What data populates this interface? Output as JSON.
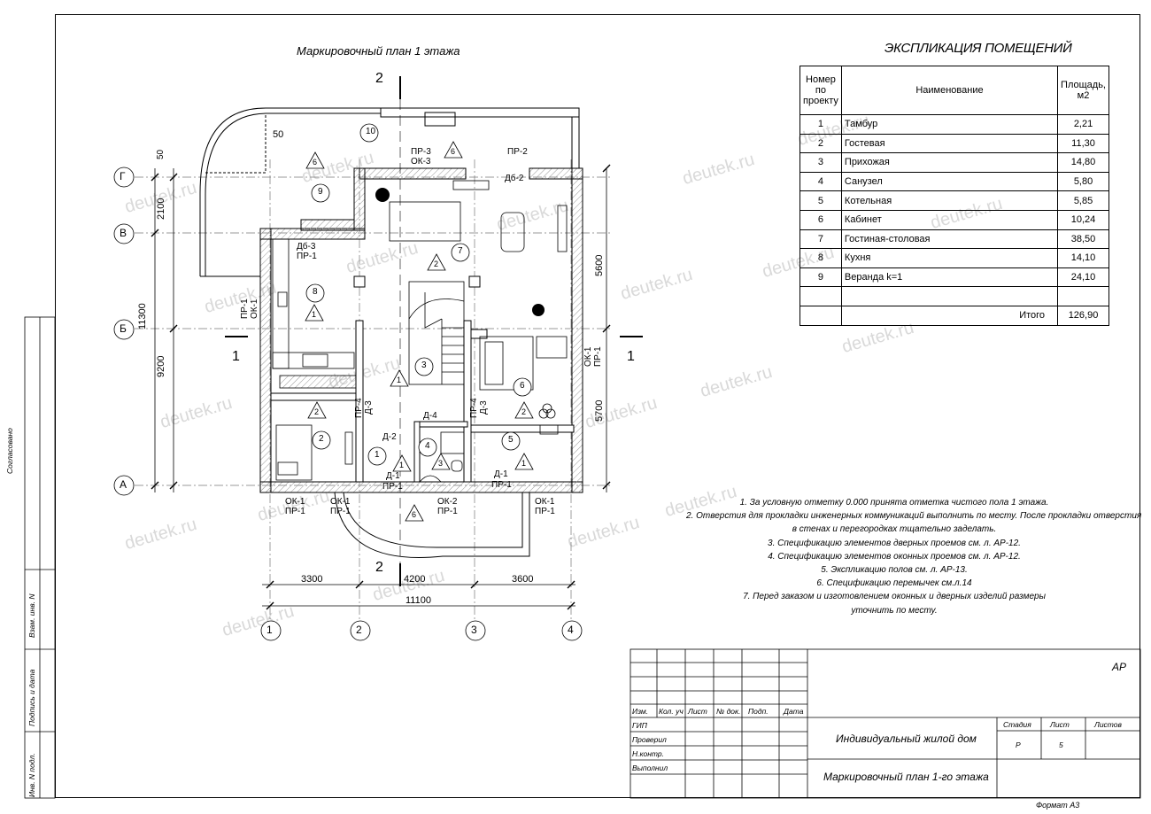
{
  "plan_title": "Маркировочный план 1 этажа",
  "explication": {
    "title": "ЭКСПЛИКАЦИЯ ПОМЕЩЕНИЙ",
    "headers": {
      "num": "Номер по проекту",
      "name": "Наименование",
      "area": "Площадь, м2"
    },
    "rows": [
      {
        "num": "1",
        "name": "Тамбур",
        "area": "2,21"
      },
      {
        "num": "2",
        "name": "Гостевая",
        "area": "11,30"
      },
      {
        "num": "3",
        "name": "Прихожая",
        "area": "14,80"
      },
      {
        "num": "4",
        "name": "Санузел",
        "area": "5,80"
      },
      {
        "num": "5",
        "name": "Котельная",
        "area": "5,85"
      },
      {
        "num": "6",
        "name": "Кабинет",
        "area": "10,24"
      },
      {
        "num": "7",
        "name": "Гостиная-столовая",
        "area": "38,50"
      },
      {
        "num": "8",
        "name": "Кухня",
        "area": "14,10"
      },
      {
        "num": "9",
        "name": "Веранда  k=1",
        "area": "24,10"
      }
    ],
    "total_label": "Итого",
    "total_value": "126,90"
  },
  "notes": [
    "1. За условную отметку 0.000 принята отметка чистого пола 1 этажа.",
    "2. Отверстия для прокладки инженерных коммуникаций выполнить по месту. После прокладки  отверстия",
    "в стенах и перегородках тщательно заделать.",
    "3. Спецификацию элементов дверных проемов см. л. АР-12.",
    "4. Спецификацию элементов оконных проемов см. л. АР-12.",
    "5. Экспликацию полов см. л. АР-13.",
    "6. Спецификацию перемычек см.л.14",
    "7. Перед заказом и изготовлением оконных и дверных изделий размеры",
    "уточнить по месту."
  ],
  "axes": {
    "vertical": [
      "1",
      "2",
      "3",
      "4"
    ],
    "horizontal": [
      "Г",
      "В",
      "Б",
      "А"
    ]
  },
  "dimensions": {
    "bottom_segments": [
      "3300",
      "4200",
      "3600"
    ],
    "bottom_total": "11100",
    "left_segments": [
      "50",
      "2100",
      "9200"
    ],
    "left_total": "11300",
    "right_segments": [
      "5600",
      "5700"
    ],
    "stair_step": "50"
  },
  "section_marks": {
    "vertical": "2",
    "horizontal": "1"
  },
  "plan_labels": {
    "rooms": [
      "1",
      "2",
      "3",
      "4",
      "5",
      "6",
      "7",
      "8",
      "9",
      "10"
    ],
    "openings": [
      "ПР-3",
      "ОК-3",
      "ПР-2",
      "Дб-2",
      "Дб-3",
      "ПР-1",
      "ОК-1",
      "ПР-4",
      "Д-3",
      "Д-4",
      "Д-2",
      "Д-1",
      "ОК-2"
    ],
    "floor_types": [
      "1",
      "2",
      "3",
      "6"
    ]
  },
  "title_block": {
    "code": "АР",
    "columns": [
      "Изм.",
      "Кол. уч",
      "Лист",
      "№ док.",
      "Подп.",
      "Дата"
    ],
    "roles": [
      "ГИП",
      "Проверил",
      "Н.контр.",
      "Выполнил"
    ],
    "project": "Индивидуальный жилой дом",
    "sheet_title": "Маркировочный план 1-го этажа",
    "stage_label": "Стадия",
    "sheet_label": "Лист",
    "sheets_label": "Листов",
    "stage": "Р",
    "sheet": "5",
    "sheets": ""
  },
  "side_stamp": {
    "agreed": "Согласовано",
    "inv_replace": "Взам. инв. N",
    "sign_date": "Подпись и дата",
    "inv_orig": "Инв. N подл."
  },
  "format": "Формат А3",
  "watermark": "deutek.ru"
}
